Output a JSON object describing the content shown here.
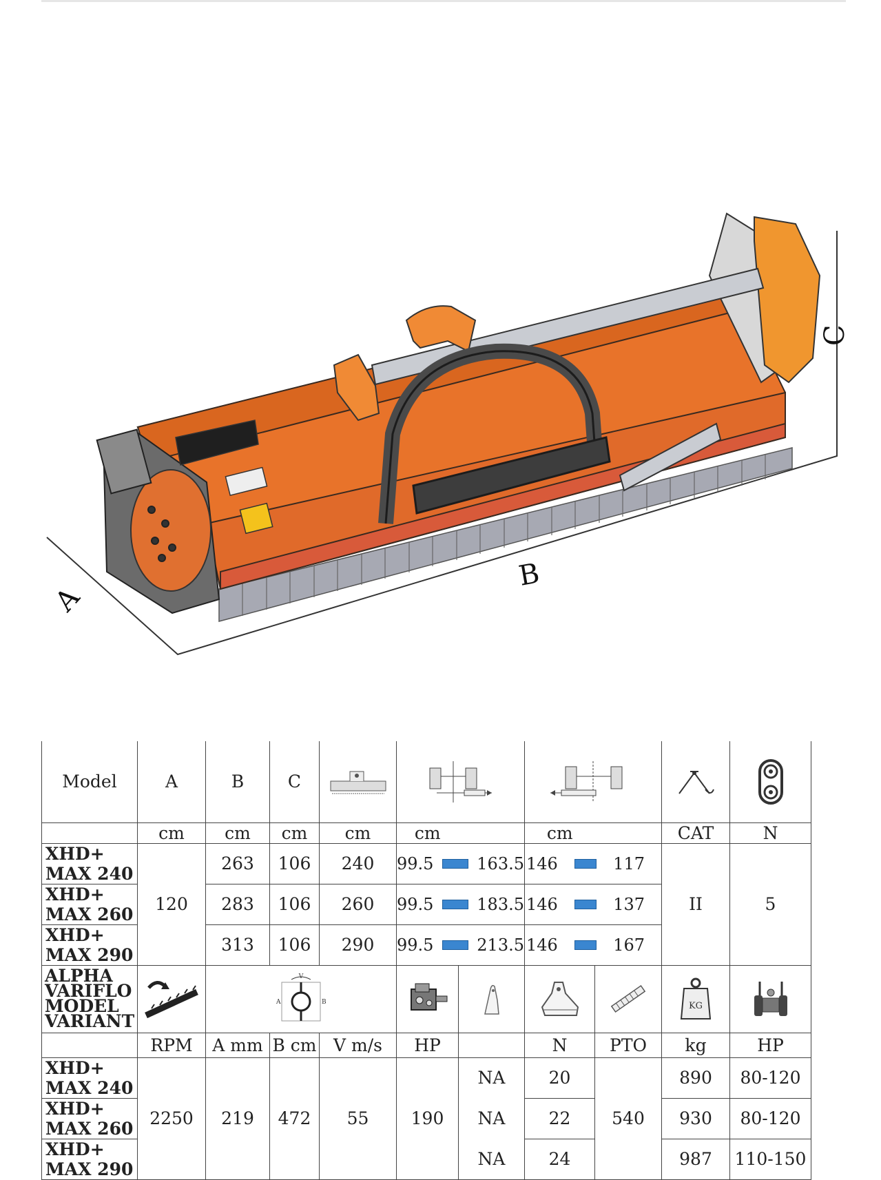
{
  "drawing": {
    "dim_a": "A",
    "dim_b": "B",
    "dim_c": "C",
    "body_color": "#e8732a",
    "blade_color": "#a7a9b3"
  },
  "table1": {
    "model_header": "Model",
    "col_a": "A",
    "col_b": "B",
    "col_c": "C",
    "icons": [
      "mower-width-icon",
      "tractor-offset-left-icon",
      "tractor-offset-right-icon",
      "hitch-category-icon",
      "gear-chain-icon"
    ],
    "units": [
      "cm",
      "cm",
      "cm",
      "cm",
      "cm",
      "cm",
      "CAT",
      "N"
    ],
    "a_value": "120",
    "cat_value": "II",
    "n_value": "5",
    "rows": [
      {
        "model": "XHD+ MAX 240",
        "b": "263",
        "c": "106",
        "width": "240",
        "off1_min": "99.5",
        "off1_max": "163.5",
        "off2_min": "146",
        "off2_max": "117"
      },
      {
        "model": "XHD+ MAX 260",
        "b": "283",
        "c": "106",
        "width": "260",
        "off1_min": "99.5",
        "off1_max": "183.5",
        "off2_min": "146",
        "off2_max": "137"
      },
      {
        "model": "XHD+ MAX 290",
        "b": "313",
        "c": "106",
        "width": "290",
        "off1_min": "99.5",
        "off1_max": "213.5",
        "off2_min": "146",
        "off2_max": "167"
      }
    ]
  },
  "table2": {
    "variant_line1": "ALPHA VARIFLO",
    "variant_line2": "MODEL VARIANT",
    "icons": [
      "rotor-rpm-icon",
      "rotor-diameter-icon",
      "gearbox-icon",
      "y-blade-icon",
      "hammer-blade-icon",
      "pto-shaft-icon",
      "weight-kg-icon",
      "tractor-hp-icon"
    ],
    "units": [
      "RPM",
      "A  mm",
      "B  cm",
      "V  m/s",
      "HP",
      "N",
      "PTO",
      "kg",
      "HP"
    ],
    "weight_icon_text": "KG",
    "rpm": "2250",
    "a_mm": "219",
    "b_cm": "472",
    "v_ms": "55",
    "hp": "190",
    "pto": "540",
    "rows": [
      {
        "model": "XHD+ MAX 240",
        "y_blade": "NA",
        "hammers": "20",
        "kg": "890",
        "tractor_hp": "80-120"
      },
      {
        "model": "XHD+ MAX 260",
        "y_blade": "NA",
        "hammers": "22",
        "kg": "930",
        "tractor_hp": "80-120"
      },
      {
        "model": "XHD+ MAX 290",
        "y_blade": "NA",
        "hammers": "24",
        "kg": "987",
        "tractor_hp": "110-150"
      }
    ]
  }
}
